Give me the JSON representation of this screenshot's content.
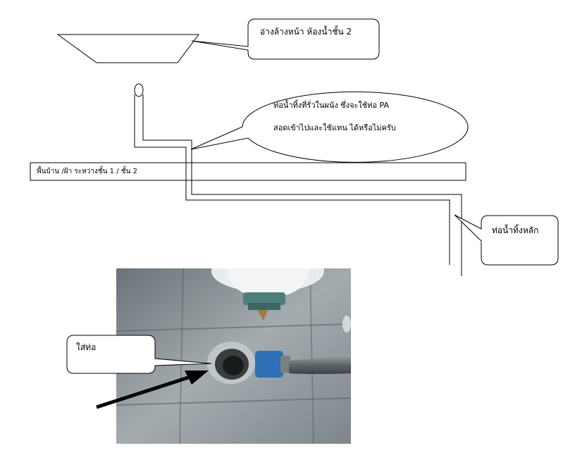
{
  "callouts": {
    "basin_label": "อ่างล้างหน้า ห้องน้ำชั้น 2",
    "pipe_question_line1": "ท่อน้ำทิ้งที่รั่วในผนัง ซึ่งจะใช้ท่อ PA",
    "pipe_question_line2": "สอดเข้าไปและใช้แทน ได้หรือไม่ครับ",
    "main_drain_label": "ท่อน้ำทิ้งหลัก",
    "insert_pipe_label": "ใส่ท่อ"
  },
  "floor_band": {
    "label": "พื้นบ้าน /ฝ้า ระหว่างชั้น 1 / ชั้น 2"
  },
  "colors": {
    "line": "#000000",
    "wall_tile": "#9aa3a8",
    "pipe_blue": "#2f6fb5"
  }
}
